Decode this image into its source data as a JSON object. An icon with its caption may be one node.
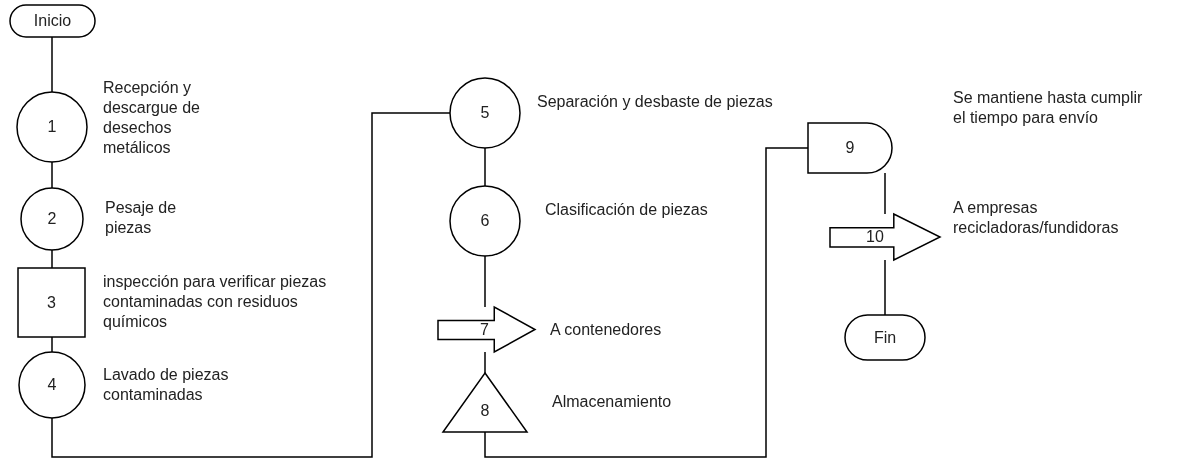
{
  "diagram": {
    "nodes": [
      {
        "text": [
          "Inicio"
        ]
      },
      {
        "text": [
          "1"
        ],
        "beside": [
          "Recepción y descargue de desechos metálicos"
        ]
      },
      {
        "text": [
          "2"
        ],
        "beside": [
          "Pesaje de piezas"
        ]
      },
      {
        "text": [
          "3"
        ],
        "beside": [
          "inspección para verificar piezas contaminadas con residuos químicos"
        ]
      },
      {
        "text": [
          "4"
        ],
        "beside": [
          "Lavado de piezas contaminadas"
        ]
      },
      {
        "text": [
          "5"
        ],
        "beside": [
          "Separación y desbaste de piezas"
        ]
      },
      {
        "text": [
          "6"
        ],
        "beside": [
          "Clasificación de piezas"
        ]
      },
      {
        "text": [
          "7"
        ],
        "beside": [
          "A contenedores"
        ]
      },
      {
        "text": [
          "8"
        ],
        "beside": [
          "Almacenamiento"
        ]
      },
      {
        "text": [
          "9"
        ],
        "beside": [
          "Se mantiene hasta cumplir el tiempo para envío"
        ]
      },
      {
        "text": [
          "10"
        ],
        "beside": [
          "A empresas recicladoras/fundidoras"
        ]
      },
      {
        "text": [
          "Fin"
        ]
      }
    ],
    "edges": [
      {
        "from": 0,
        "to": 1,
        "arrow": "none"
      },
      {
        "from": 1,
        "to": 2,
        "arrow": "none"
      },
      {
        "from": 2,
        "to": 3,
        "arrow": "none"
      },
      {
        "from": 3,
        "to": 4,
        "arrow": "none"
      },
      {
        "from": 4,
        "to": 5,
        "arrow": "none"
      },
      {
        "from": 5,
        "to": 6,
        "arrow": "none"
      },
      {
        "from": 6,
        "to": 7,
        "arrow": "none"
      },
      {
        "from": 7,
        "to": 8,
        "arrow": "none"
      },
      {
        "from": 8,
        "to": 9,
        "arrow": "none"
      },
      {
        "from": 9,
        "to": 10,
        "arrow": "none"
      },
      {
        "from": 10,
        "to": 11,
        "arrow": "none"
      }
    ]
  }
}
